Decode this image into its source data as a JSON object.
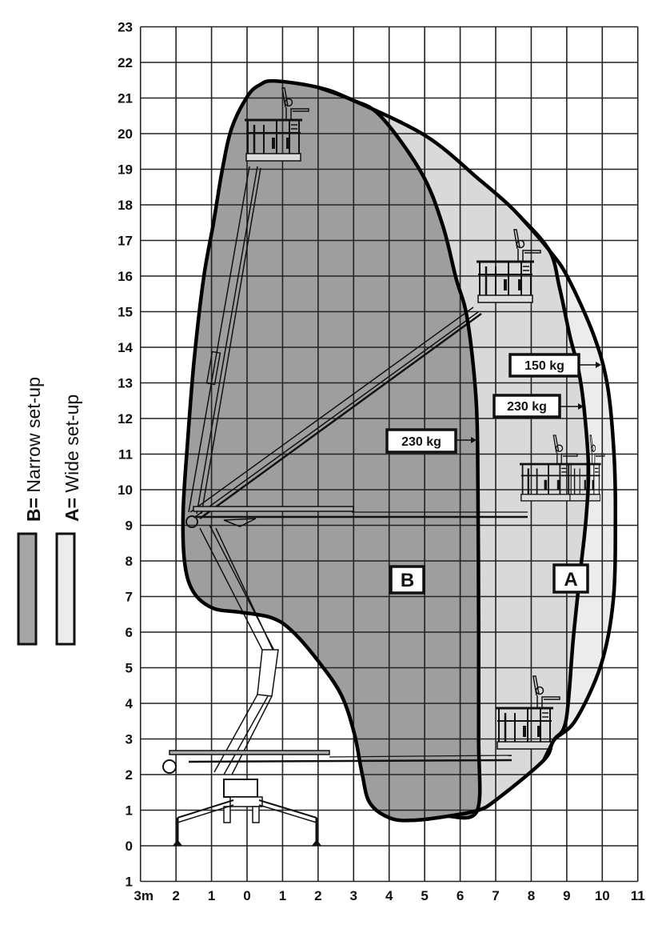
{
  "legend": {
    "b": {
      "key": "B=",
      "label": " Narrow set-up",
      "color": "#a6a6a6"
    },
    "a": {
      "key": "A=",
      "label": " Wide set-up",
      "color": "#ececec"
    }
  },
  "zone_labels": {
    "b": "B",
    "a": "A"
  },
  "load_labels": {
    "wide_150": "150 kg",
    "wide_230": "230 kg",
    "narrow_230": "230 kg"
  },
  "axes": {
    "y_ticks": [
      "23",
      "22",
      "21",
      "20",
      "19",
      "18",
      "17",
      "16",
      "15",
      "14",
      "13",
      "12",
      "11",
      "10",
      "9",
      "8",
      "7",
      "6",
      "5",
      "4",
      "3",
      "2",
      "1",
      "0",
      "1"
    ],
    "x_ticks": [
      "3m",
      "2",
      "1",
      "0",
      "1",
      "2",
      "3",
      "4",
      "5",
      "6",
      "7",
      "8",
      "9",
      "10",
      "11"
    ],
    "x_range_m": [
      -3,
      11
    ],
    "y_range_m": [
      -1,
      23
    ],
    "grid": true
  },
  "colors": {
    "narrow_fill": "#9e9e9e",
    "wide_230_fill": "#d9d9d9",
    "wide_150_fill": "#ececec",
    "outline": "#000000",
    "grid": "#222222"
  },
  "diagram_data": {
    "units": "m",
    "envelope_top_shared": [
      [
        0.77,
        21.48
      ],
      [
        2.0,
        21.3
      ],
      [
        2.95,
        20.95
      ]
    ],
    "wide_150kg_outer": [
      [
        5.04,
        19.93
      ],
      [
        6.55,
        18.7
      ],
      [
        7.22,
        18.13
      ],
      [
        7.67,
        17.69
      ],
      [
        8.51,
        16.72
      ],
      [
        9.03,
        15.96
      ],
      [
        9.77,
        14.31
      ],
      [
        10.15,
        12.9
      ],
      [
        10.33,
        11.01
      ],
      [
        10.37,
        9.15
      ],
      [
        10.31,
        6.9
      ],
      [
        9.97,
        5.1
      ],
      [
        9.25,
        3.53
      ],
      [
        8.64,
        2.97
      ],
      [
        8.35,
        2.4
      ],
      [
        7.0,
        1.28
      ]
    ],
    "wide_230kg_inner": [
      [
        8.8,
        15.66
      ],
      [
        9.09,
        14.31
      ],
      [
        9.32,
        13.42
      ],
      [
        9.48,
        12.36
      ],
      [
        9.61,
        10.65
      ],
      [
        9.54,
        9.15
      ],
      [
        9.36,
        7.51
      ],
      [
        9.18,
        5.78
      ],
      [
        8.98,
        3.53
      ]
    ],
    "narrow_230kg_right": [
      [
        3.76,
        20.49
      ],
      [
        4.91,
        18.9
      ],
      [
        5.5,
        17.45
      ],
      [
        5.88,
        15.95
      ],
      [
        6.2,
        14.8
      ],
      [
        6.45,
        12.5
      ],
      [
        6.5,
        10
      ],
      [
        6.52,
        6
      ],
      [
        6.52,
        3
      ]
    ],
    "bottom_left_shared": [
      [
        6.48,
        0.99
      ],
      [
        5.65,
        0.83
      ],
      [
        4.75,
        0.72
      ],
      [
        4.05,
        0.77
      ],
      [
        3.46,
        1.2
      ],
      [
        3.24,
        2.02
      ],
      [
        3.02,
        3.15
      ],
      [
        2.66,
        4.22
      ],
      [
        2.07,
        5.1
      ],
      [
        1.3,
        6.0
      ],
      [
        0.7,
        6.4
      ],
      [
        -0.2,
        6.56
      ],
      [
        -0.95,
        6.67
      ],
      [
        -1.49,
        7.1
      ],
      [
        -1.75,
        7.9
      ],
      [
        -1.8,
        9.37
      ],
      [
        -1.67,
        11.39
      ],
      [
        -1.49,
        13.64
      ],
      [
        -1.22,
        15.96
      ],
      [
        -0.95,
        17.46
      ],
      [
        -0.7,
        18.97
      ],
      [
        -0.43,
        20.16
      ],
      [
        0.02,
        21.06
      ],
      [
        0.36,
        21.37
      ]
    ]
  }
}
